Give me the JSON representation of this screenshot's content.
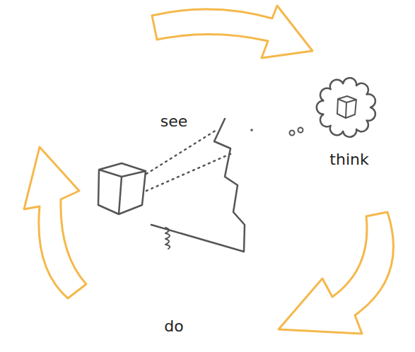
{
  "diagram": {
    "labels": [
      "see",
      "think",
      "do"
    ]
  }
}
